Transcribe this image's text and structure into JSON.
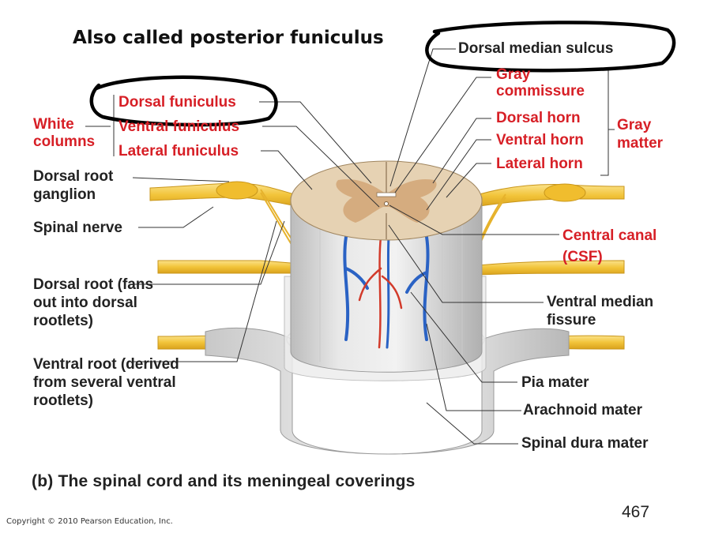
{
  "title": "Also called posterior funiculus",
  "caption": "(b)  The spinal cord and its meningeal coverings",
  "page_number": "467",
  "copyright": "Copyright © 2010 Pearson Education, Inc.",
  "labels_left": {
    "white_columns": "White columns",
    "dorsal_funiculus": "Dorsal funiculus",
    "ventral_funiculus": "Ventral funiculus",
    "lateral_funiculus": "Lateral funiculus",
    "dorsal_root_ganglion": "Dorsal root ganglion",
    "spinal_nerve": "Spinal nerve",
    "dorsal_root": "Dorsal root (fans out into dorsal rootlets)",
    "ventral_root": "Ventral root (derived from several ventral rootlets)"
  },
  "labels_right": {
    "dorsal_median_sulcus": "Dorsal median sulcus",
    "gray_commissure": "Gray commissure",
    "dorsal_horn": "Dorsal horn",
    "ventral_horn": "Ventral horn",
    "lateral_horn": "Lateral horn",
    "gray_matter": "Gray matter",
    "central_canal": "Central canal (CSF)",
    "ventral_median_fissure": "Ventral median fissure",
    "pia_mater": "Pia mater",
    "arachnoid_mater": "Arachnoid mater",
    "spinal_dura_mater": "Spinal dura mater"
  },
  "colors": {
    "red_label": "#d71f26",
    "nerve": "#f2c43a",
    "white_matter": "#e6d2b3",
    "gray_matter": "#d3a779",
    "dura": "#dcdcdc",
    "vein": "#2a62c4",
    "artery": "#d23a2a",
    "annotation_ink": "#000000"
  }
}
